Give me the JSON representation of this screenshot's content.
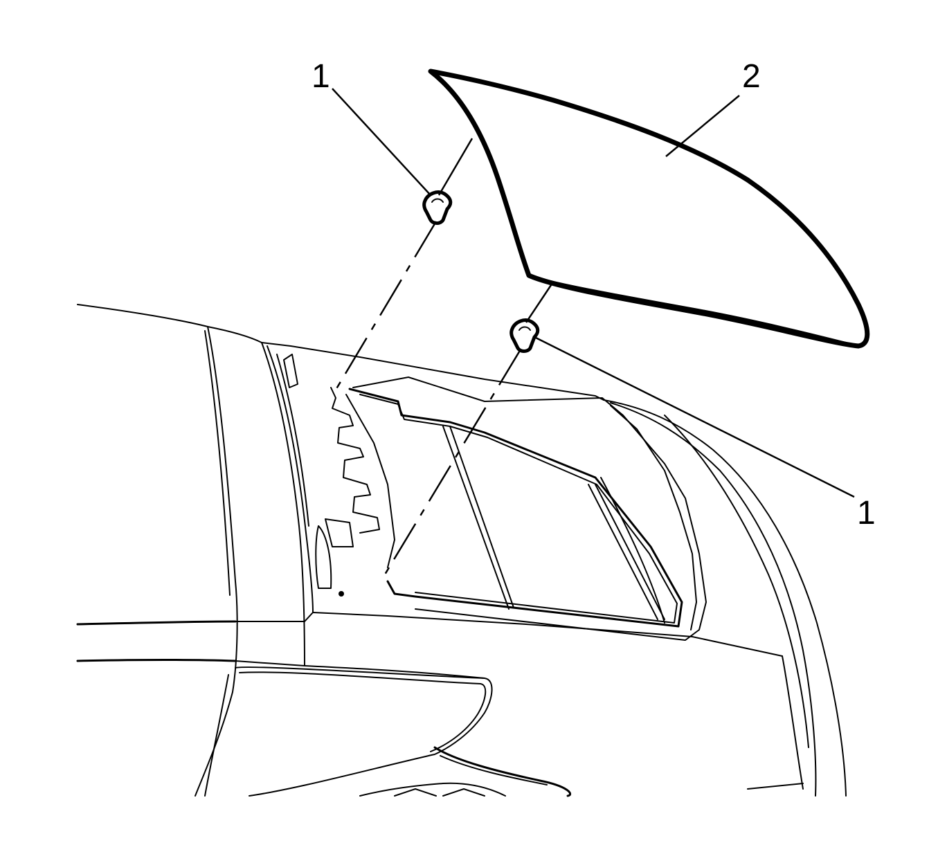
{
  "callouts": [
    {
      "id": "clip-upper",
      "label": "1"
    },
    {
      "id": "panel",
      "label": "2"
    },
    {
      "id": "clip-lower",
      "label": "1"
    }
  ]
}
